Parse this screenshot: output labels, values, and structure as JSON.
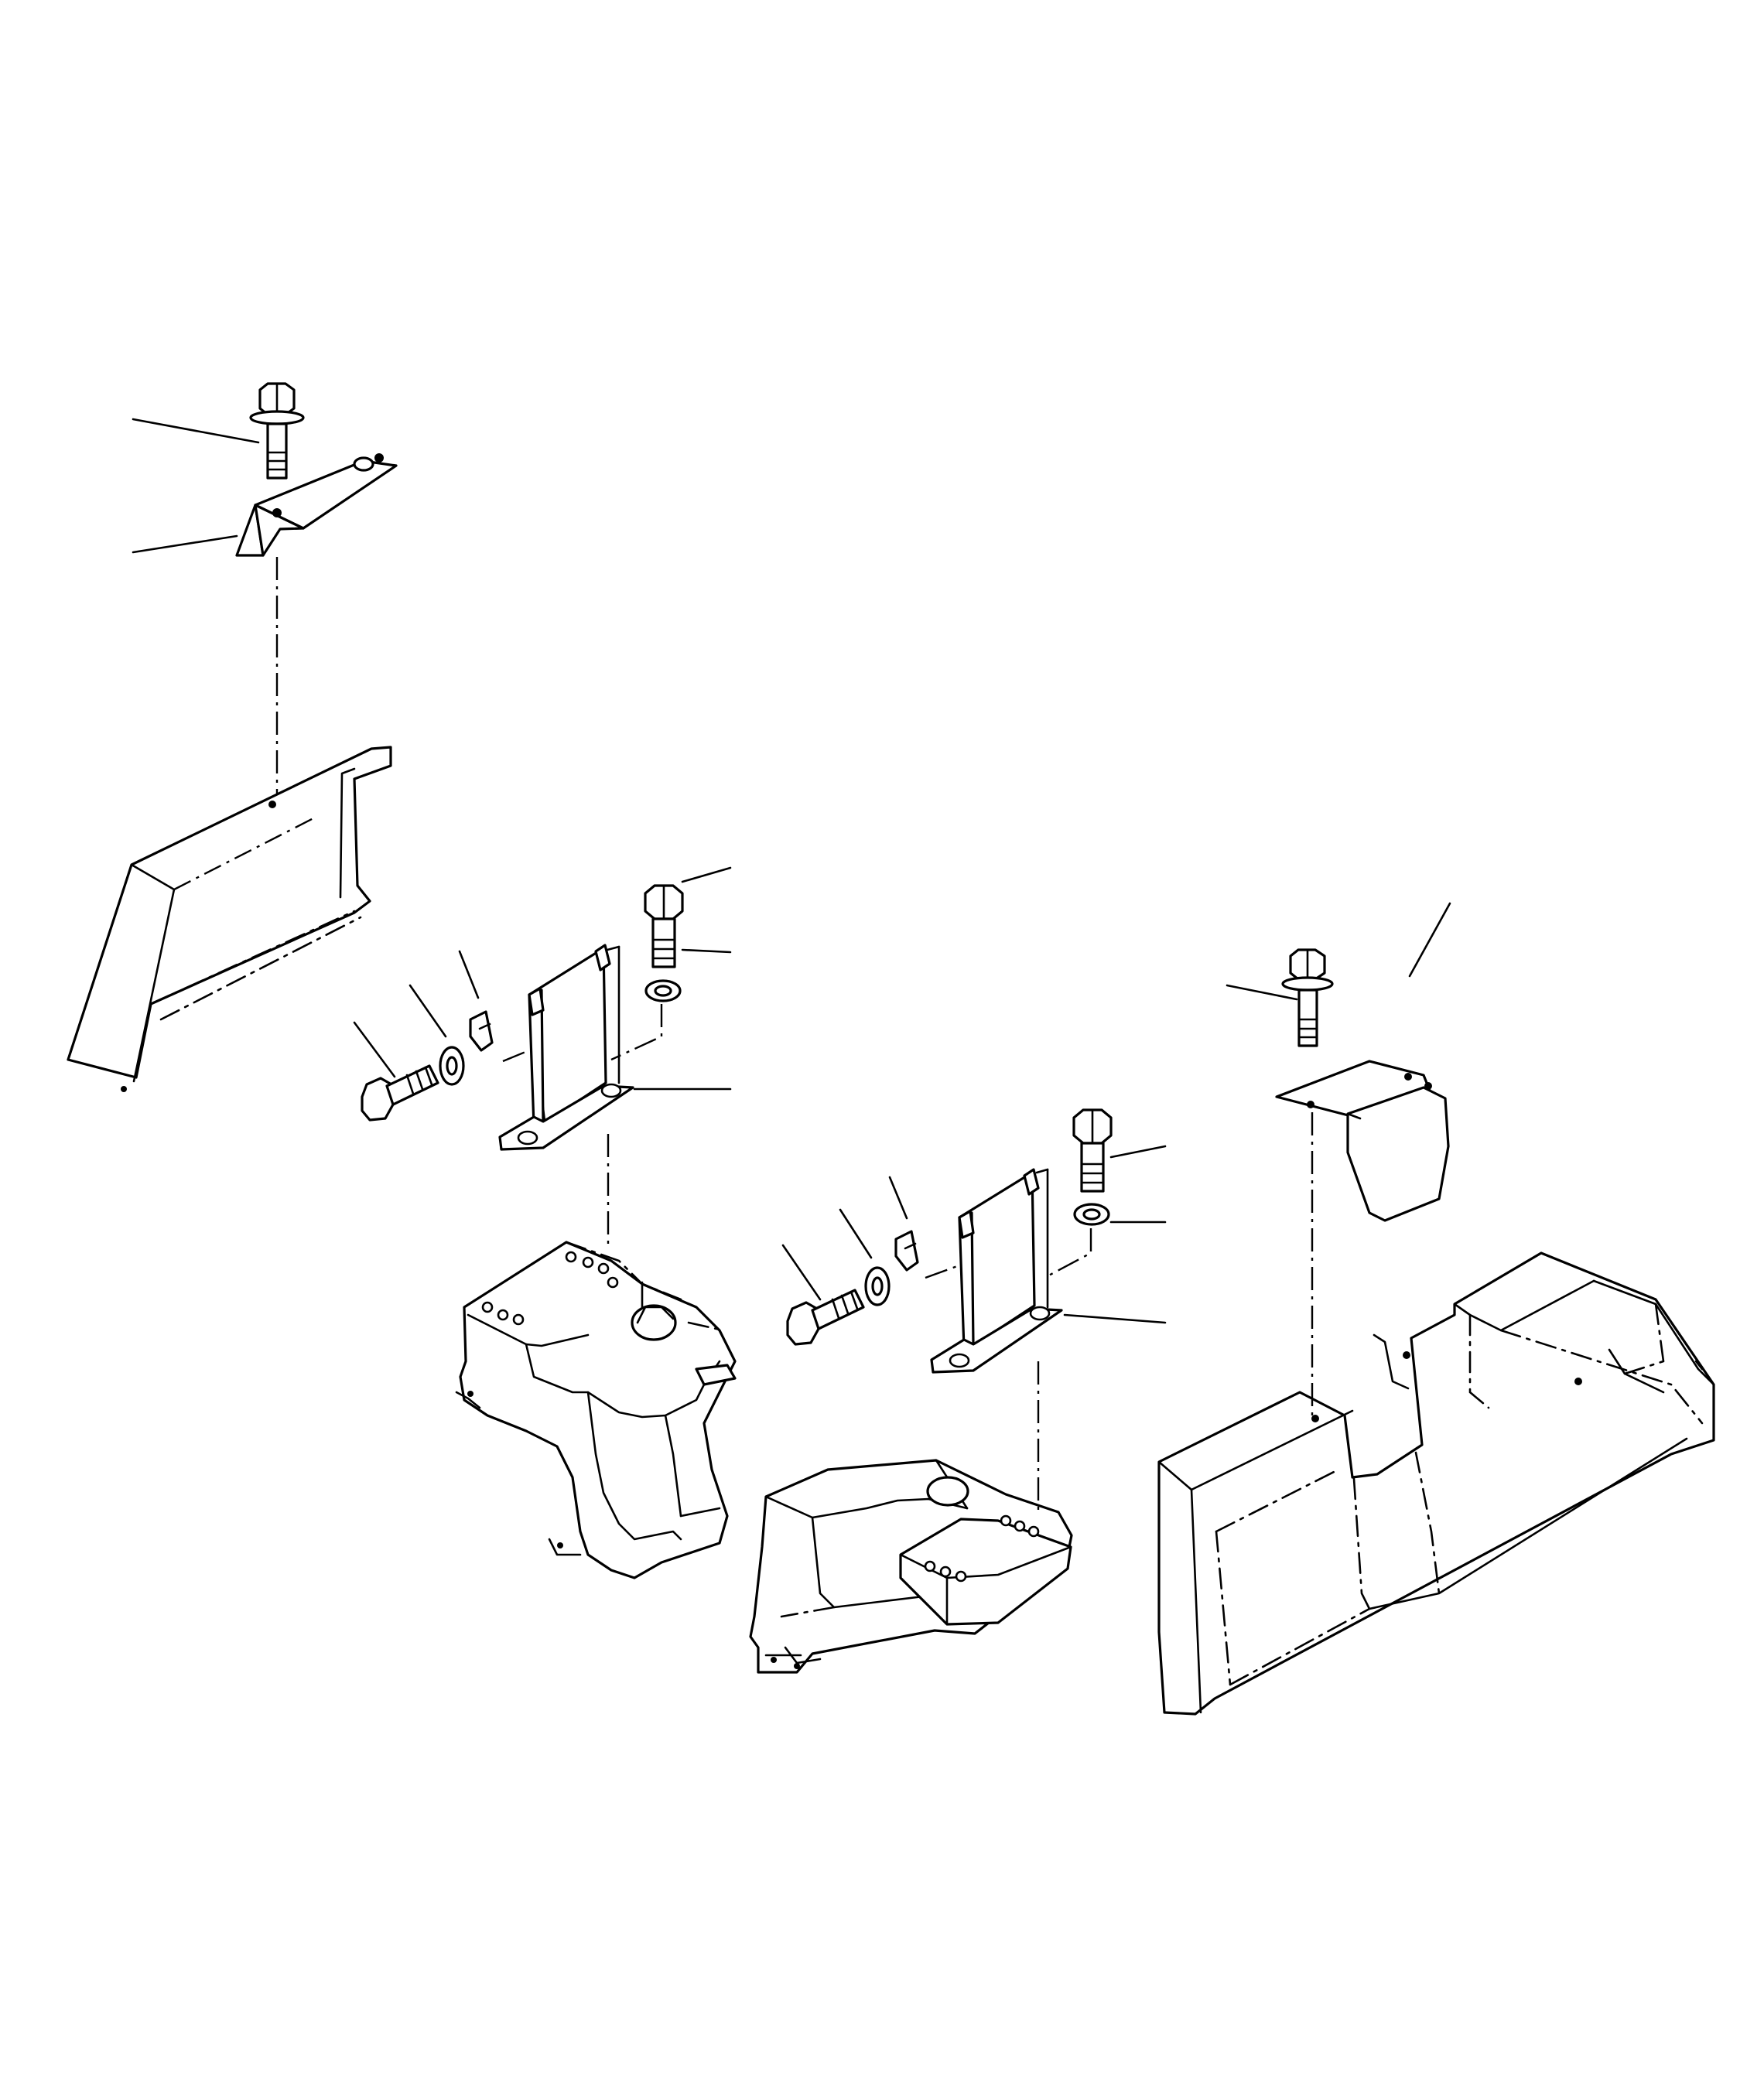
{
  "diagram": {
    "kind": "exploded parts illustration",
    "line_color": "#000000",
    "background_color": "#ffffff",
    "parts": [
      {
        "name": "flange-bolt"
      },
      {
        "name": "plate-bracket"
      },
      {
        "name": "cover-front-left"
      },
      {
        "name": "bolt"
      },
      {
        "name": "washer"
      },
      {
        "name": "clip"
      },
      {
        "name": "support-bracket"
      },
      {
        "name": "engine-housing"
      },
      {
        "name": "transmission-housing"
      },
      {
        "name": "cover-plate-right"
      },
      {
        "name": "cover-large-right"
      }
    ],
    "callouts": [
      {
        "number": ""
      },
      {
        "number": ""
      },
      {
        "number": ""
      },
      {
        "number": ""
      },
      {
        "number": ""
      },
      {
        "number": ""
      },
      {
        "number": ""
      },
      {
        "number": ""
      },
      {
        "number": ""
      },
      {
        "number": ""
      },
      {
        "number": ""
      },
      {
        "number": ""
      },
      {
        "number": ""
      },
      {
        "number": ""
      },
      {
        "number": ""
      },
      {
        "number": ""
      }
    ]
  }
}
